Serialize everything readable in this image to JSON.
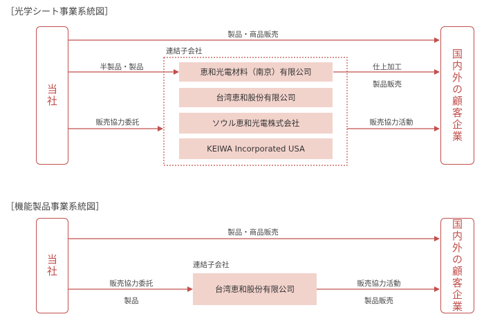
{
  "section1": {
    "heading": "［光学シート事業系統図］",
    "company": "当社",
    "customers": "国内外の顧客企業",
    "group_label": "連結子会社",
    "subsidiaries": [
      "恵和光電材料（南京）有限公司",
      "台湾恵和股份有限公司",
      "ソウル恵和光電株式会社",
      "KEIWA Incorporated USA"
    ],
    "flows": {
      "top": "製品・商品販売",
      "to_group_1": "半製品・製品",
      "to_group_2": "販売協力委託",
      "out_1a": "仕上加工",
      "out_1b": "製品販売",
      "out_2": "販売協力活動"
    }
  },
  "section2": {
    "heading": "［機能製品事業系統図］",
    "company": "当社",
    "customers": "国内外の顧客企業",
    "group_label": "連結子会社",
    "subsidiary": "台湾恵和股份有限公司",
    "flows": {
      "top": "製品・商品販売",
      "to_sub_a": "販売協力委託",
      "to_sub_b": "製品",
      "out_a": "販売協力活動",
      "out_b": "製品販売"
    }
  },
  "colors": {
    "accent": "#c0504d",
    "fill": "#f2d3cc",
    "text": "#333333"
  }
}
